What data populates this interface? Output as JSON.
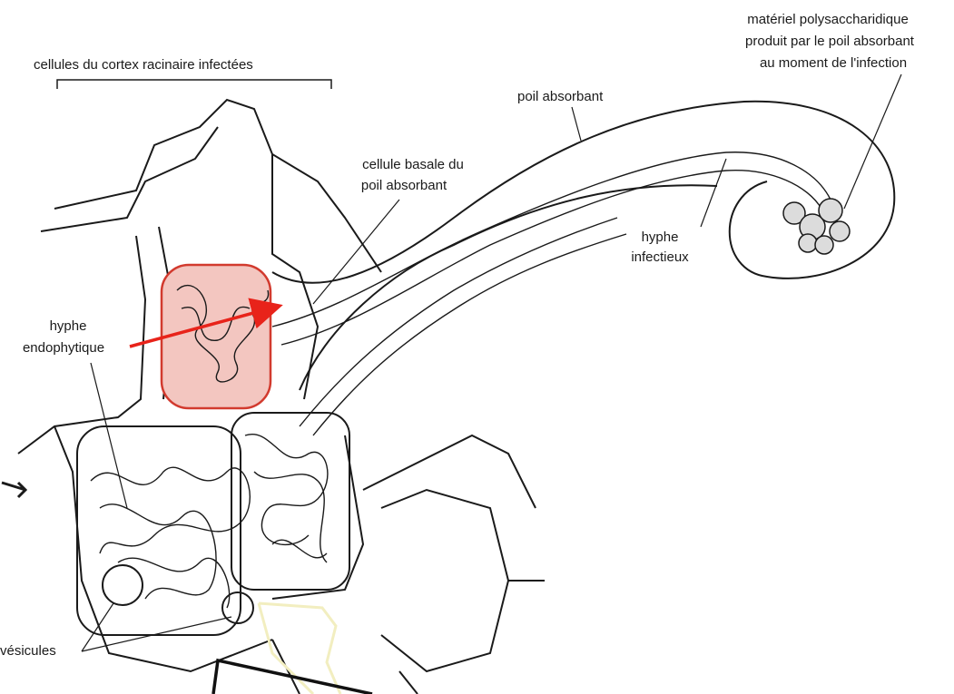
{
  "labels": {
    "cortex_cells": "cellules du cortex racinaire infectées",
    "polysaccharide_line1": "matériel polysaccharidique",
    "polysaccharide_line2": "produit par le poil absorbant",
    "polysaccharide_line3": "au moment de l'infection",
    "root_hair": "poil absorbant",
    "basal_cell_line1": "cellule basale du",
    "basal_cell_line2": "poil absorbant",
    "infective_hypha_line1": "hyphe",
    "infective_hypha_line2": "infectieux",
    "endophytic_hypha_line1": "hyphe",
    "endophytic_hypha_line2": "endophytique",
    "vesicles": "vésicules"
  },
  "colors": {
    "ink": "#1a1a1a",
    "highlight_fill": "#f3c6c0",
    "highlight_stroke": "#d23a2e",
    "arrow": "#e8231a",
    "pale_outline": "#f2eec0"
  }
}
